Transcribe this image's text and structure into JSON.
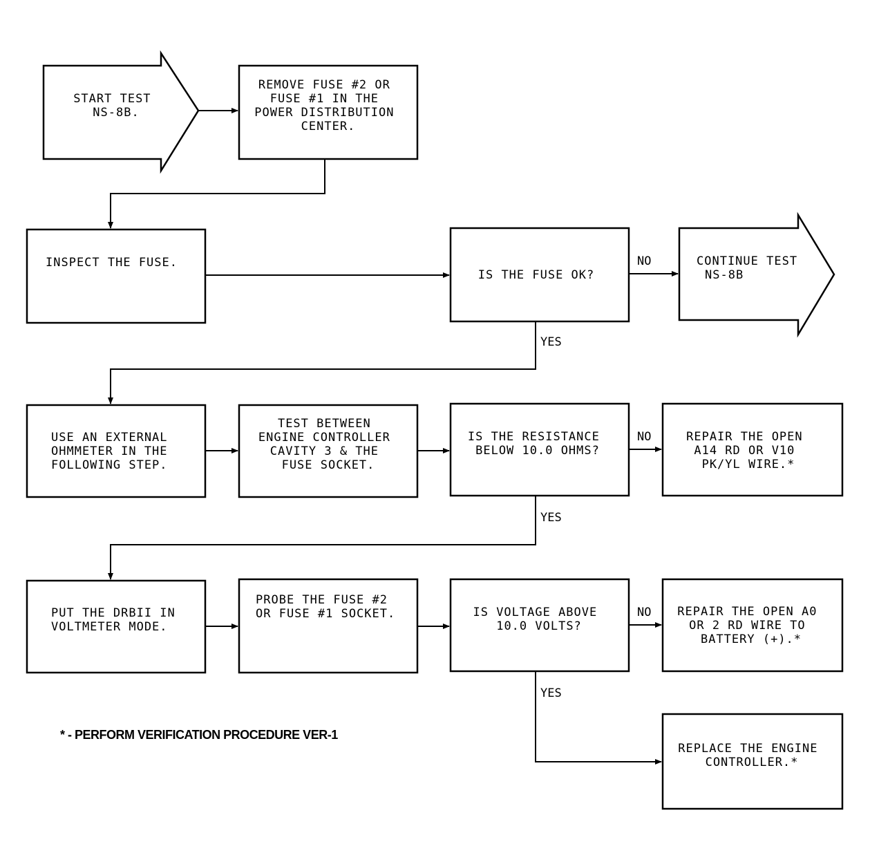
{
  "nodes": {
    "start": {
      "lines": [
        "START TEST",
        "NS-8B."
      ]
    },
    "remove_fuse": {
      "lines": [
        "REMOVE FUSE #2 OR",
        "FUSE #1 IN THE",
        "POWER DISTRIBUTION",
        "CENTER."
      ]
    },
    "inspect_fuse": {
      "lines": [
        "INSPECT THE FUSE."
      ]
    },
    "fuse_ok": {
      "lines": [
        "IS THE FUSE OK?"
      ]
    },
    "continue_test": {
      "lines": [
        "CONTINUE TEST",
        "NS-8B"
      ]
    },
    "use_ohmmeter": {
      "lines": [
        "USE AN EXTERNAL",
        "OHMMETER IN THE",
        "FOLLOWING STEP."
      ]
    },
    "test_between": {
      "lines": [
        "TEST BETWEEN",
        "ENGINE CONTROLLER",
        "CAVITY 3 & THE",
        "FUSE SOCKET."
      ]
    },
    "resistance_below": {
      "lines": [
        "IS THE RESISTANCE",
        "BELOW 10.0 OHMS?"
      ]
    },
    "repair_open_a14": {
      "lines": [
        "REPAIR THE OPEN",
        "A14 RD OR V10",
        "PK/YL WIRE.*"
      ]
    },
    "put_drbii": {
      "lines": [
        "PUT THE DRBII IN",
        "VOLTMETER MODE."
      ]
    },
    "probe_fuse": {
      "lines": [
        "PROBE THE FUSE #2",
        "OR FUSE #1 SOCKET."
      ]
    },
    "voltage_above": {
      "lines": [
        "IS VOLTAGE ABOVE",
        "10.0 VOLTS?"
      ]
    },
    "repair_open_a0": {
      "lines": [
        "REPAIR THE OPEN A0",
        "OR 2 RD WIRE TO",
        "BATTERY (+).*"
      ]
    },
    "replace_controller": {
      "lines": [
        "REPLACE THE ENGINE",
        "CONTROLLER.*"
      ]
    }
  },
  "edge_labels": {
    "no_fuse": "NO",
    "yes_fuse": "YES",
    "no_resistance": "NO",
    "yes_resistance": "YES",
    "no_voltage": "NO",
    "yes_voltage": "YES"
  },
  "footnote": "* - PERFORM VERIFICATION PROCEDURE VER-1"
}
